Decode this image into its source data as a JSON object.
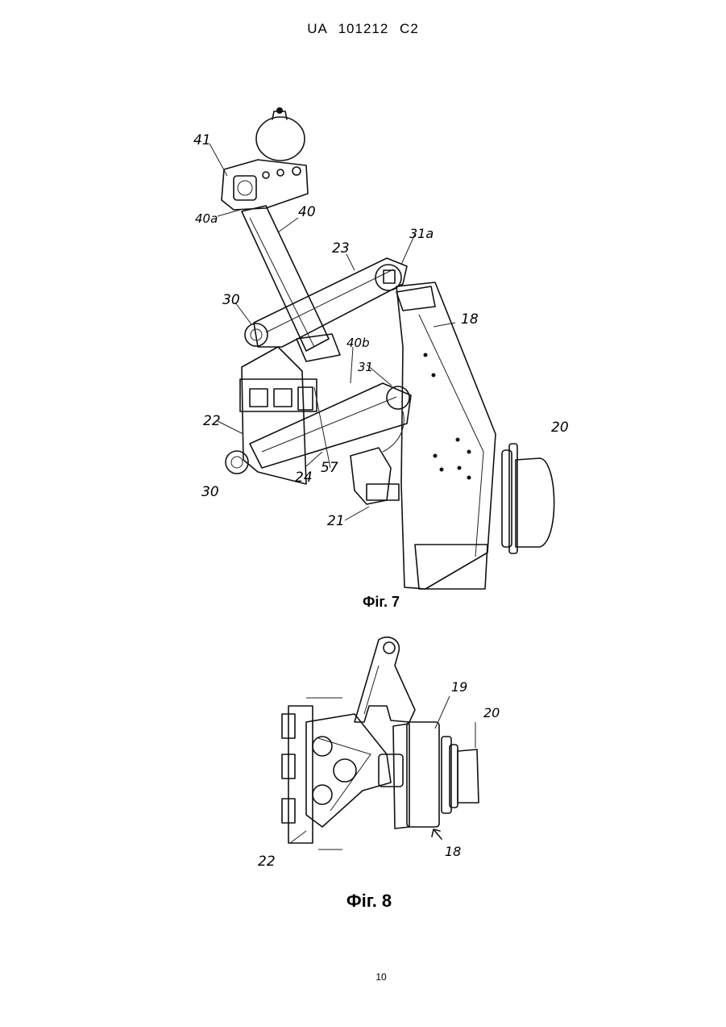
{
  "header": {
    "patent_id": "UA   101212   C2"
  },
  "figure7": {
    "caption": "Фіг. 7",
    "labels": [
      "41",
      "40a",
      "40",
      "23",
      "31a",
      "30",
      "18",
      "40b",
      "31",
      "22",
      "20",
      "30",
      "24",
      "57",
      "21"
    ]
  },
  "figure8": {
    "caption": "Фіг. 8",
    "labels": [
      "19",
      "20",
      "22",
      "18"
    ]
  },
  "footer": {
    "page_number": "10"
  }
}
